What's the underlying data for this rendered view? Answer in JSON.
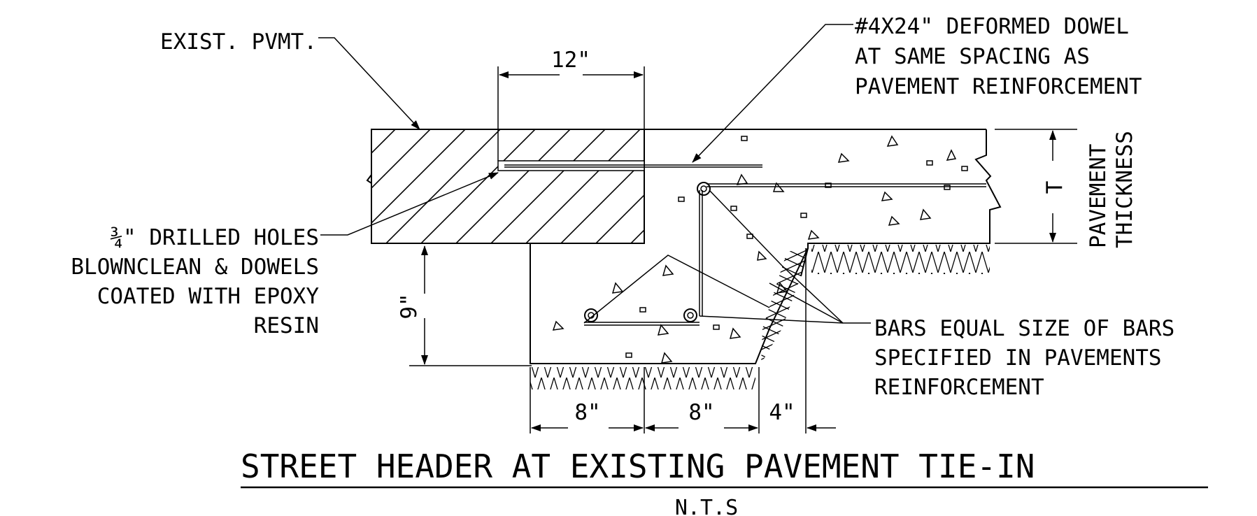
{
  "labels": {
    "exist_pvmt": "EXIST. PVMT.",
    "dowel_1": "#4X24\" DEFORMED DOWEL",
    "dowel_2": "AT SAME SPACING AS",
    "dowel_3": "PAVEMENT REINFORCEMENT",
    "holes_1": "¾\" DRILLED HOLES",
    "holes_2": "BLOWNCLEAN & DOWELS",
    "holes_3": "COATED WITH EPOXY",
    "holes_4": "RESIN",
    "bars_1": "BARS EQUAL SIZE OF BARS",
    "bars_2": "SPECIFIED IN PAVEMENTS",
    "bars_3": "REINFORCEMENT",
    "thickness_1": "PAVEMENT",
    "thickness_2": "THICKNESS",
    "thickness_sym": "T"
  },
  "dimensions": {
    "dim_12": "12\"",
    "dim_9": "9\"",
    "dim_8a": "8\"",
    "dim_8b": "8\"",
    "dim_4": "4\""
  },
  "title": "STREET HEADER AT EXISTING PAVEMENT TIE-IN",
  "subtitle": "N.T.S"
}
